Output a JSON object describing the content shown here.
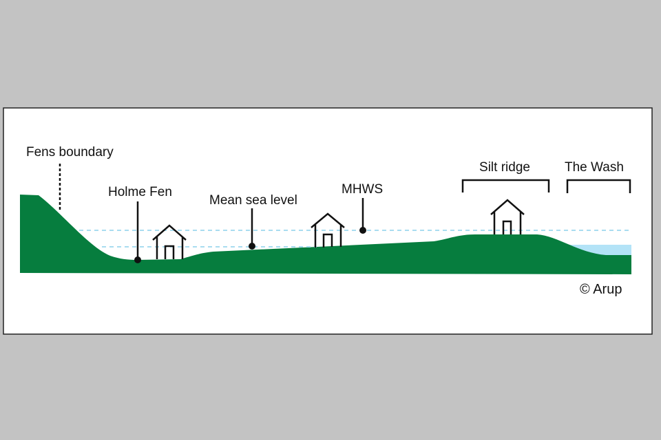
{
  "labels": {
    "fens_boundary": "Fens boundary",
    "holme_fen": "Holme Fen",
    "mean_sea_level": "Mean sea level",
    "mhws": "MHWS",
    "silt_ridge": "Silt ridge",
    "the_wash": "The Wash",
    "copyright": "© Arup"
  },
  "colors": {
    "background": "#c3c3c3",
    "panel": "#ffffff",
    "ground": "#067d3e",
    "water": "#b3e3f7",
    "dashed_level": "#a8dcf0",
    "ink": "#111111"
  }
}
